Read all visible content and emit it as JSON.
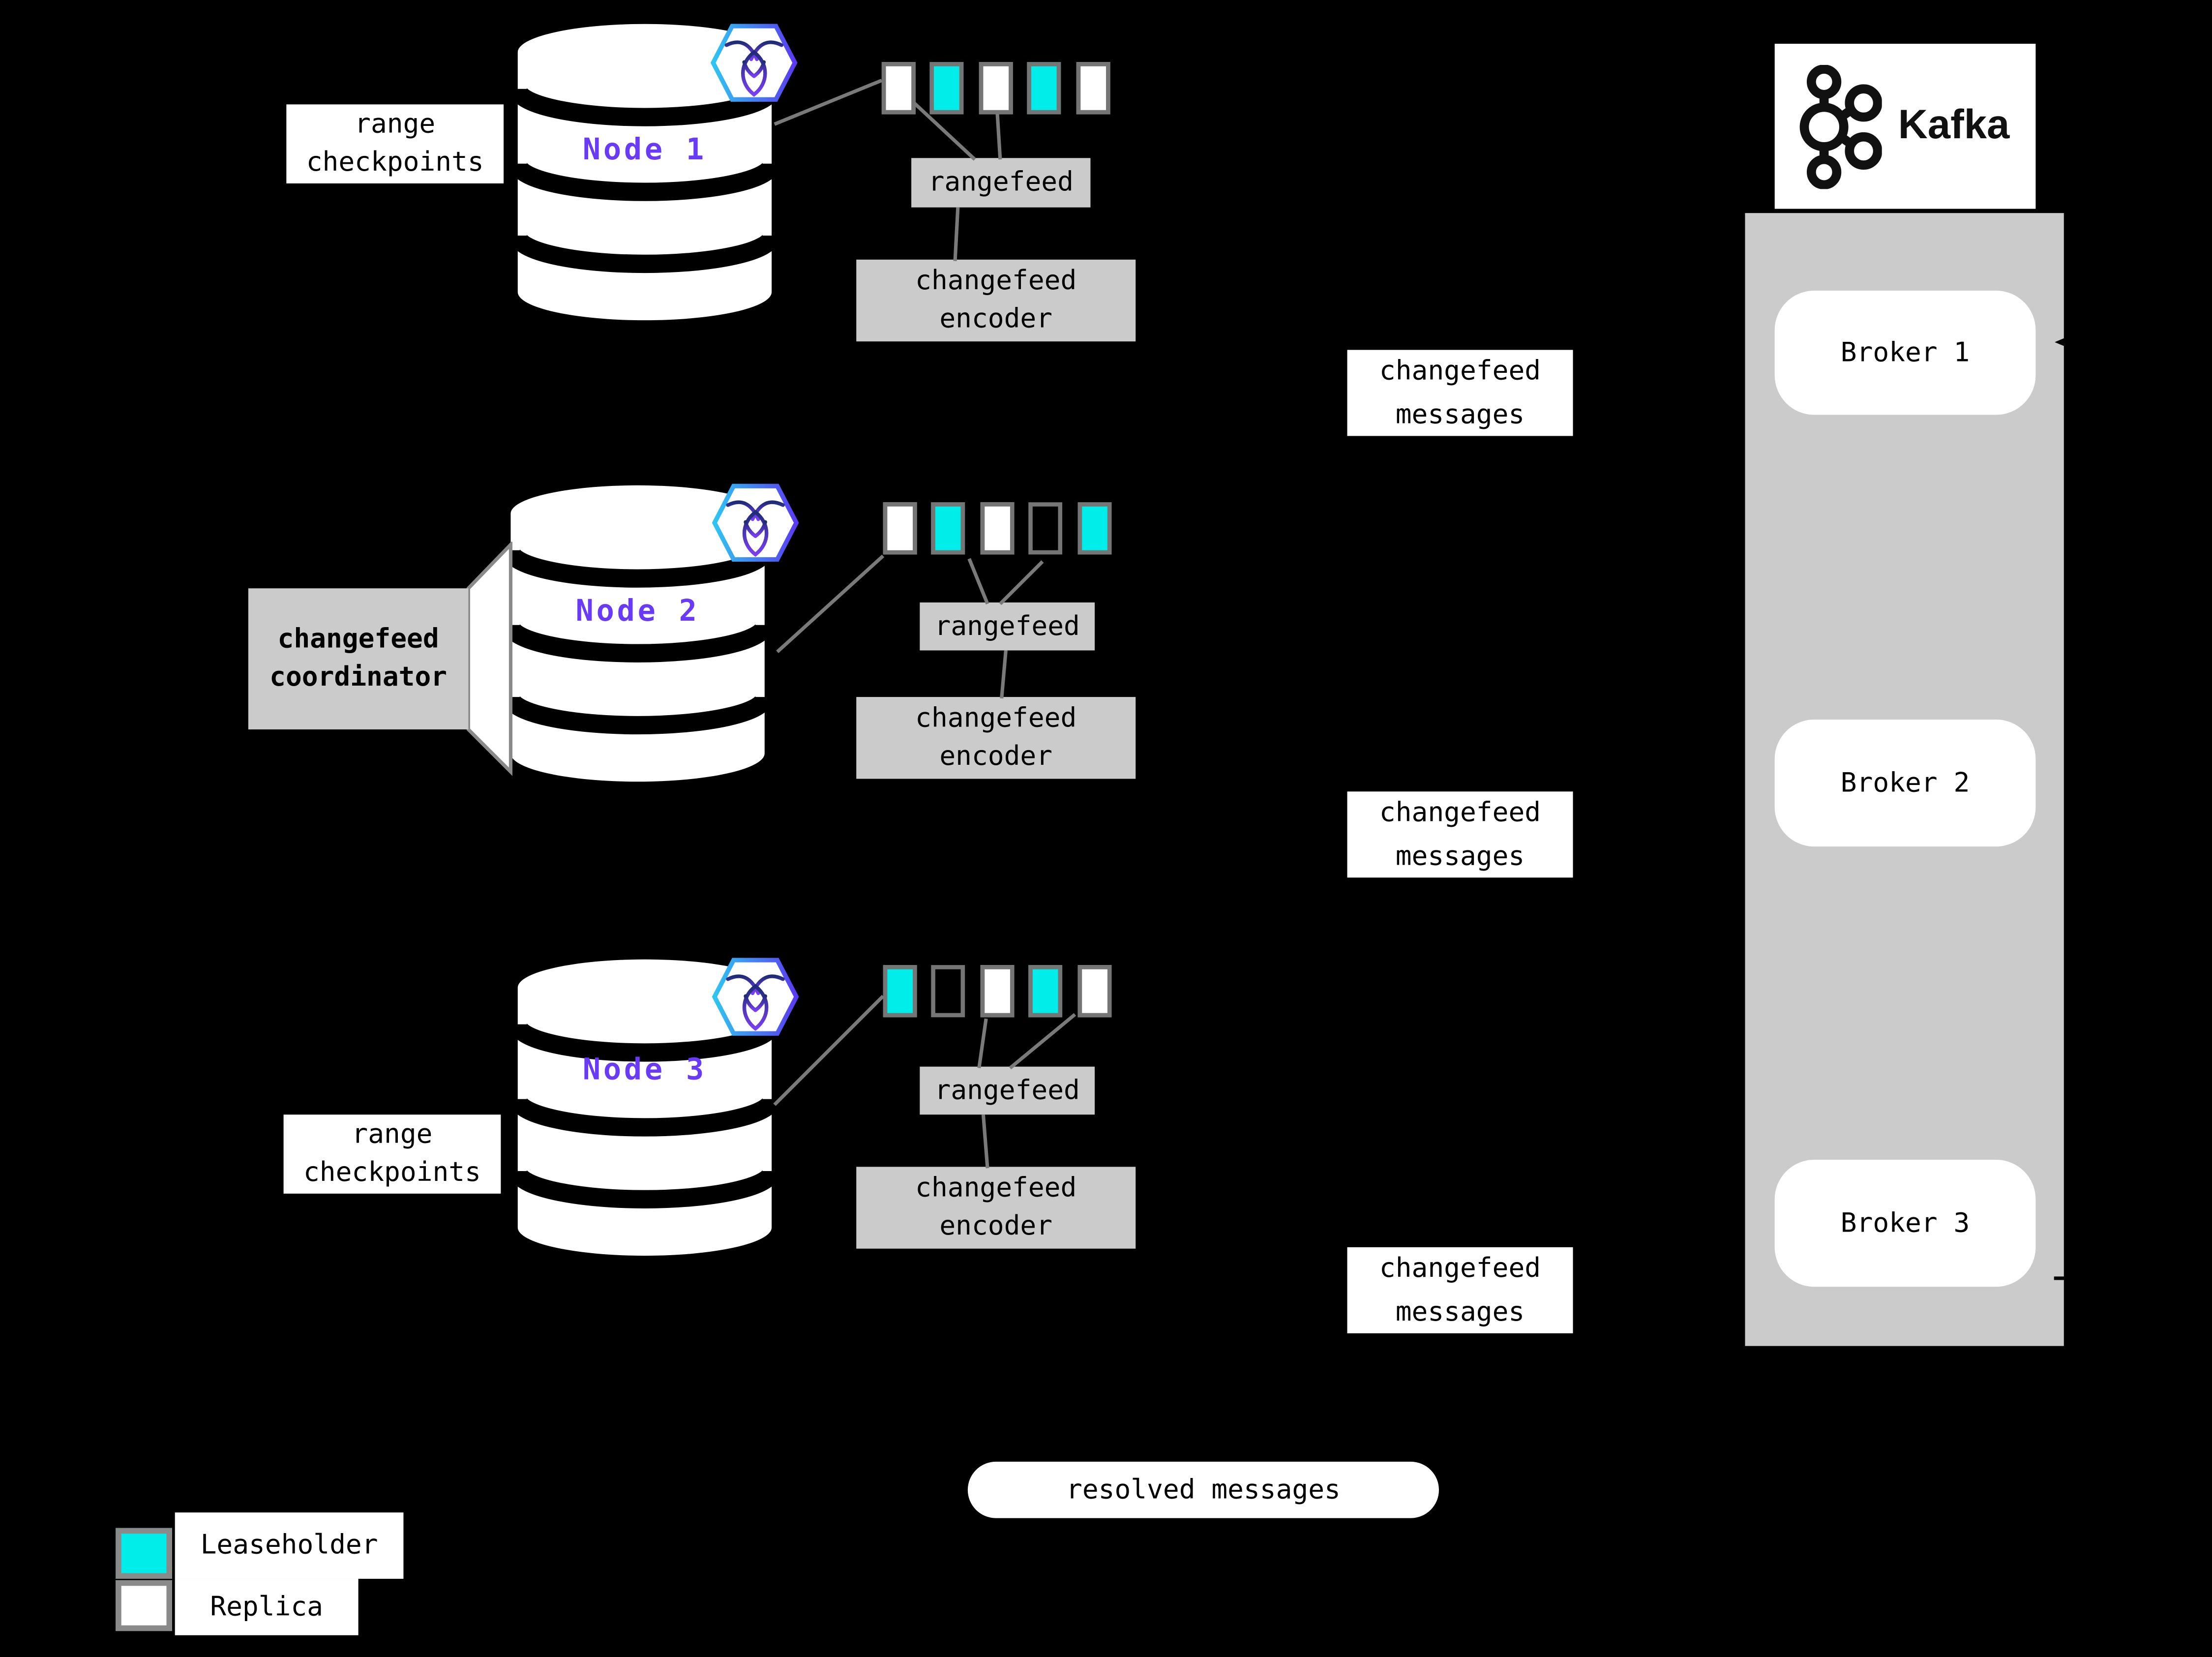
{
  "title": "CockroachDB changefeed to Kafka architecture diagram",
  "colors": {
    "background": "#000000",
    "leaseholder": "#00EDE9",
    "replica": "#FFFFFF",
    "gray_box": "#CBCBCB",
    "connector_line": "#7A7A7A",
    "range_border": "#757575",
    "node_label": "#6A3BF7",
    "badge_gradient_start": "#2EC5F2",
    "badge_gradient_end": "#5A3BF2"
  },
  "icons": {
    "node_badge": "cockroachdb-hexagon-icon",
    "kafka_mark": "kafka-logo-icon"
  },
  "nodes": [
    {
      "label": "Node 1",
      "ranges": [
        "replica",
        "leaseholder",
        "replica",
        "leaseholder",
        "replica"
      ]
    },
    {
      "label": "Node 2",
      "ranges": [
        "replica",
        "leaseholder",
        "replica",
        "empty",
        "leaseholder"
      ]
    },
    {
      "label": "Node 3",
      "ranges": [
        "leaseholder",
        "empty",
        "replica",
        "leaseholder",
        "replica"
      ]
    }
  ],
  "labels": {
    "range_checkpoints": "range\ncheckpoints",
    "rangefeed": "rangefeed",
    "changefeed_encoder": "changefeed\nencoder",
    "changefeed_messages": "changefeed\nmessages",
    "changefeed_coordinator": "changefeed\ncoordinator",
    "resolved_messages": "resolved messages"
  },
  "kafka": {
    "wordmark": "Kafka",
    "brokers": [
      {
        "label": "Broker 1"
      },
      {
        "label": "Broker 2"
      },
      {
        "label": "Broker 3"
      }
    ]
  },
  "legend": [
    {
      "type": "leaseholder",
      "label": "Leaseholder"
    },
    {
      "type": "replica",
      "label": "Replica"
    }
  ]
}
